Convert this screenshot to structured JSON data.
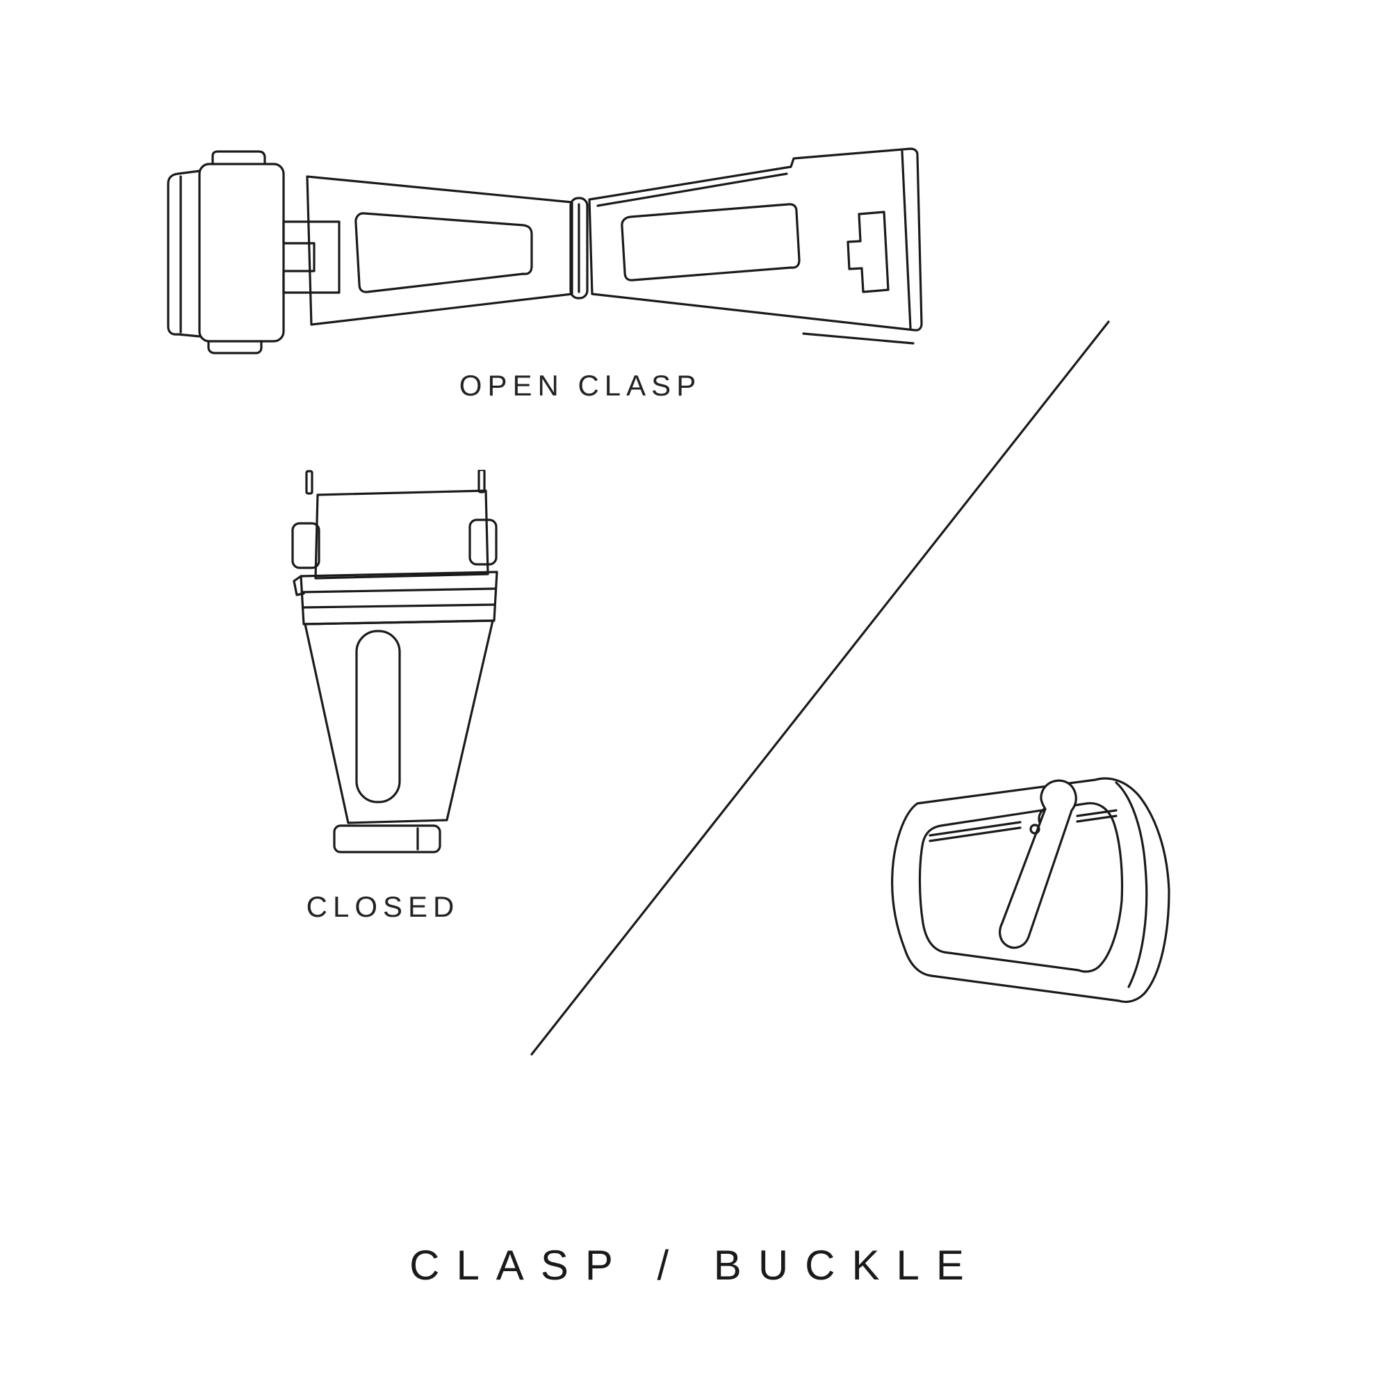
{
  "page": {
    "background_color": "#ffffff",
    "ink_color": "#1a1a1a",
    "title": "CLASP / BUCKLE"
  },
  "labels": {
    "open_clasp": "OPEN CLASP",
    "closed": "CLOSED"
  },
  "illustrations": {
    "open_clasp": "open-deployant-clasp-line-drawing",
    "closed_clasp": "closed-clasp-line-drawing",
    "buckle": "tang-buckle-line-drawing",
    "divider": "diagonal-divider-line"
  }
}
